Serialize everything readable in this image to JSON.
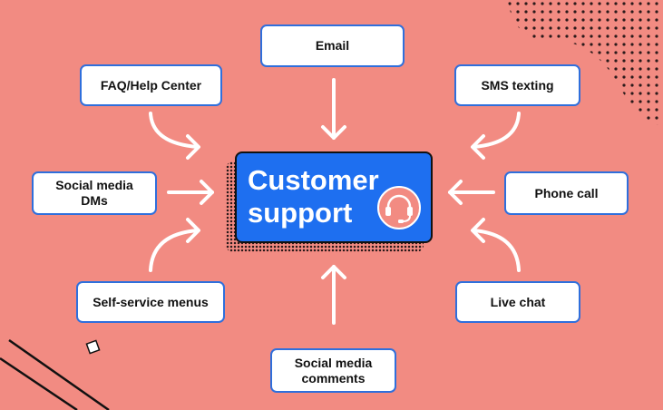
{
  "hub": {
    "title": "Customer\nsupport",
    "icon": "headset-icon"
  },
  "channels": {
    "email": "Email",
    "faq": "FAQ/Help Center",
    "sms": "SMS texting",
    "social_dms": "Social media\nDMs",
    "phone": "Phone call",
    "self_service": "Self-service menus",
    "live_chat": "Live chat",
    "social_comments": "Social media\ncomments"
  },
  "colors": {
    "background": "#f28b82",
    "hub_fill": "#1e6ff0",
    "node_border": "#2f6fdc",
    "arrow": "#ffffff",
    "icon_circle": "#f28b82"
  }
}
